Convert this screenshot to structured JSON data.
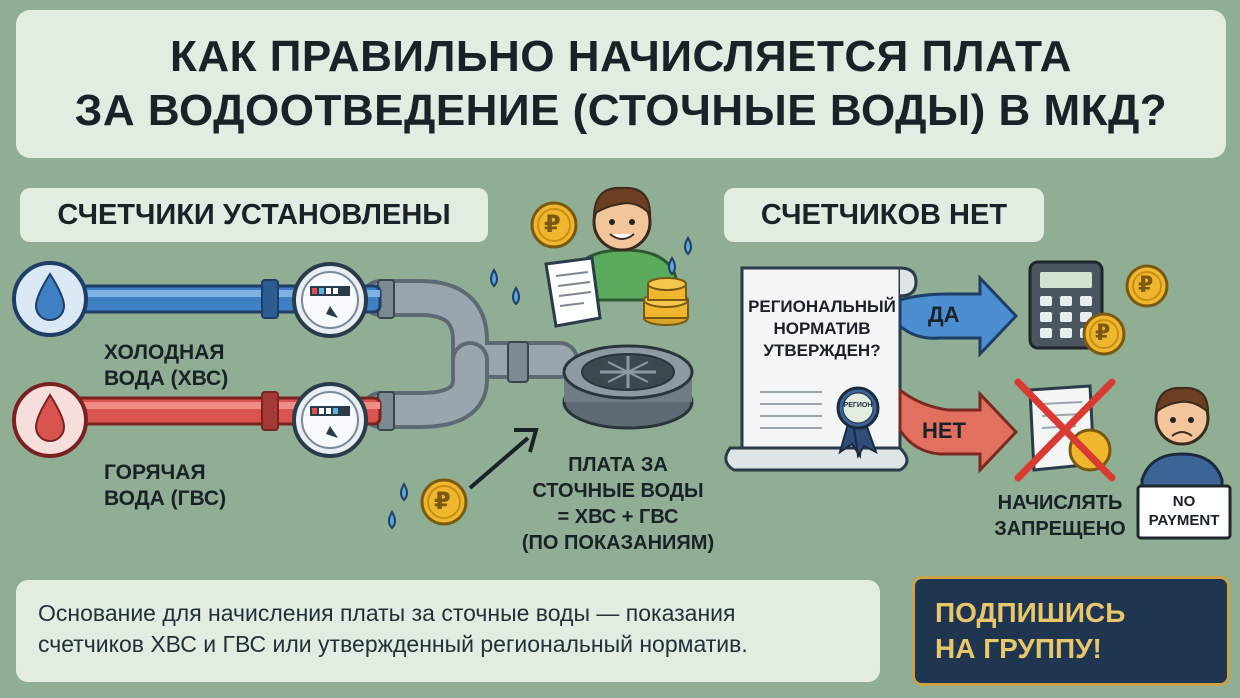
{
  "title": {
    "line1": "КАК ПРАВИЛЬНО НАЧИСЛЯЕТСЯ ПЛАТА",
    "line2": "ЗА ВОДООТВЕДЕНИЕ (СТОЧНЫЕ ВОДЫ) В МКД?"
  },
  "left_section": {
    "label": "СЧЕТЧИКИ УСТАНОВЛЕНЫ",
    "cold_water": [
      "ХОЛОДНАЯ",
      "ВОДА (ХВС)"
    ],
    "hot_water": [
      "ГОРЯЧАЯ",
      "ВОДА (ГВС)"
    ],
    "formula": [
      "ПЛАТА ЗА",
      "СТОЧНЫЕ ВОДЫ",
      "= ХВС + ГВС",
      "(ПО ПОКАЗАНИЯМ)"
    ],
    "coin_symbol": "₽"
  },
  "right_section": {
    "label": "СЧЕТЧИКОВ НЕТ",
    "question": [
      "РЕГИОНАЛЬНЫЙ",
      "НОРМАТИВ",
      "УТВЕРЖДЕН?"
    ],
    "seal_text": "РЕГИОН",
    "yes_label": "ДА",
    "no_label": "НЕТ",
    "forbidden": [
      "НАЧИСЛЯТЬ",
      "ЗАПРЕЩЕНО"
    ],
    "no_payment_sign": [
      "NO",
      "PAYMENT"
    ]
  },
  "footer": {
    "line1": "Основание для начисления платы за сточные воды — показания",
    "line2": "счетчиков ХВС и ГВС или утвержденный региональный норматив."
  },
  "subscribe": {
    "line1": "ПОДПИШИСЬ",
    "line2": "НА ГРУППУ!"
  },
  "colors": {
    "background": "#8fae93",
    "panel": "#e3ece1",
    "cold_pipe": "#3f7fc4",
    "hot_pipe": "#d9534f",
    "coin": "#f0b62d",
    "arrow": "#4b8fd0",
    "no_arrow": "#e2705f",
    "subscribe_bg": "#1f3550",
    "subscribe_text": "#e8c76a"
  },
  "icons": [
    "water-drop-icon",
    "water-meter-icon",
    "sewer-drain-icon",
    "ruble-coin-icon",
    "person-icon",
    "receipt-icon",
    "document-scroll-icon",
    "seal-icon",
    "calculator-icon",
    "crossed-receipt-icon",
    "sad-person-icon",
    "group-icon"
  ]
}
